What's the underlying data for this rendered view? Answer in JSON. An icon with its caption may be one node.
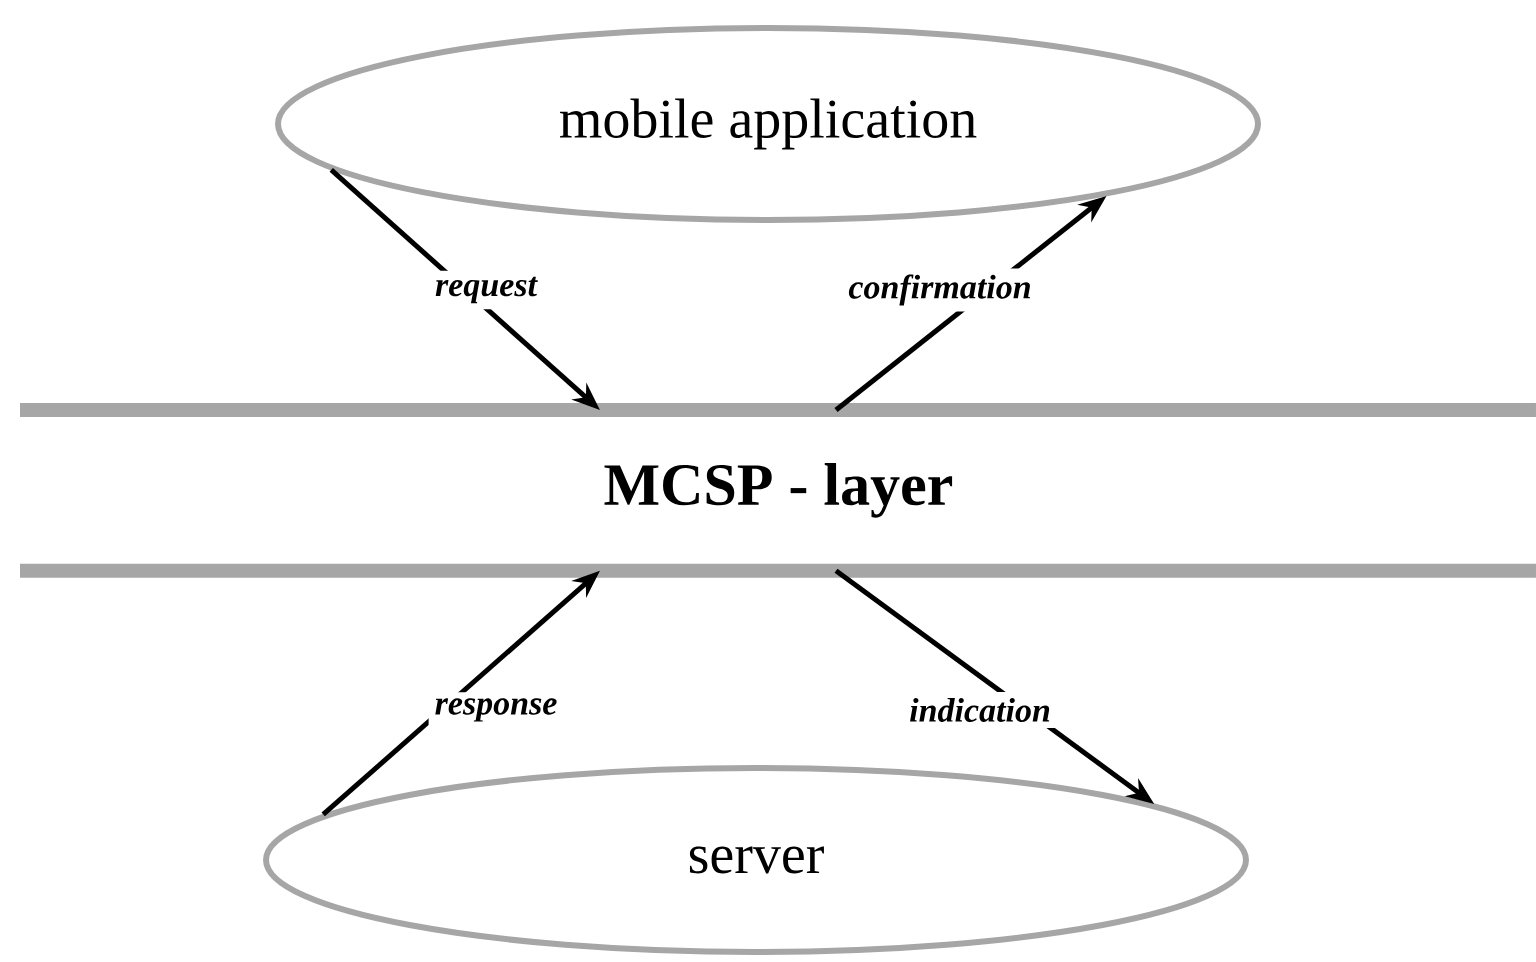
{
  "diagram": {
    "nodes": [
      {
        "text": [
          "mobile application"
        ]
      },
      {
        "text": [
          "MCSP - layer"
        ]
      },
      {
        "text": [
          "server"
        ]
      }
    ],
    "edges": [
      {
        "from": 0,
        "to": 1,
        "arrow": "to",
        "label": "request"
      },
      {
        "from": 1,
        "to": 0,
        "arrow": "to",
        "label": "confirmation"
      },
      {
        "from": 2,
        "to": 1,
        "arrow": "to",
        "label": "response"
      },
      {
        "from": 1,
        "to": 2,
        "arrow": "to",
        "label": "indication"
      }
    ]
  }
}
